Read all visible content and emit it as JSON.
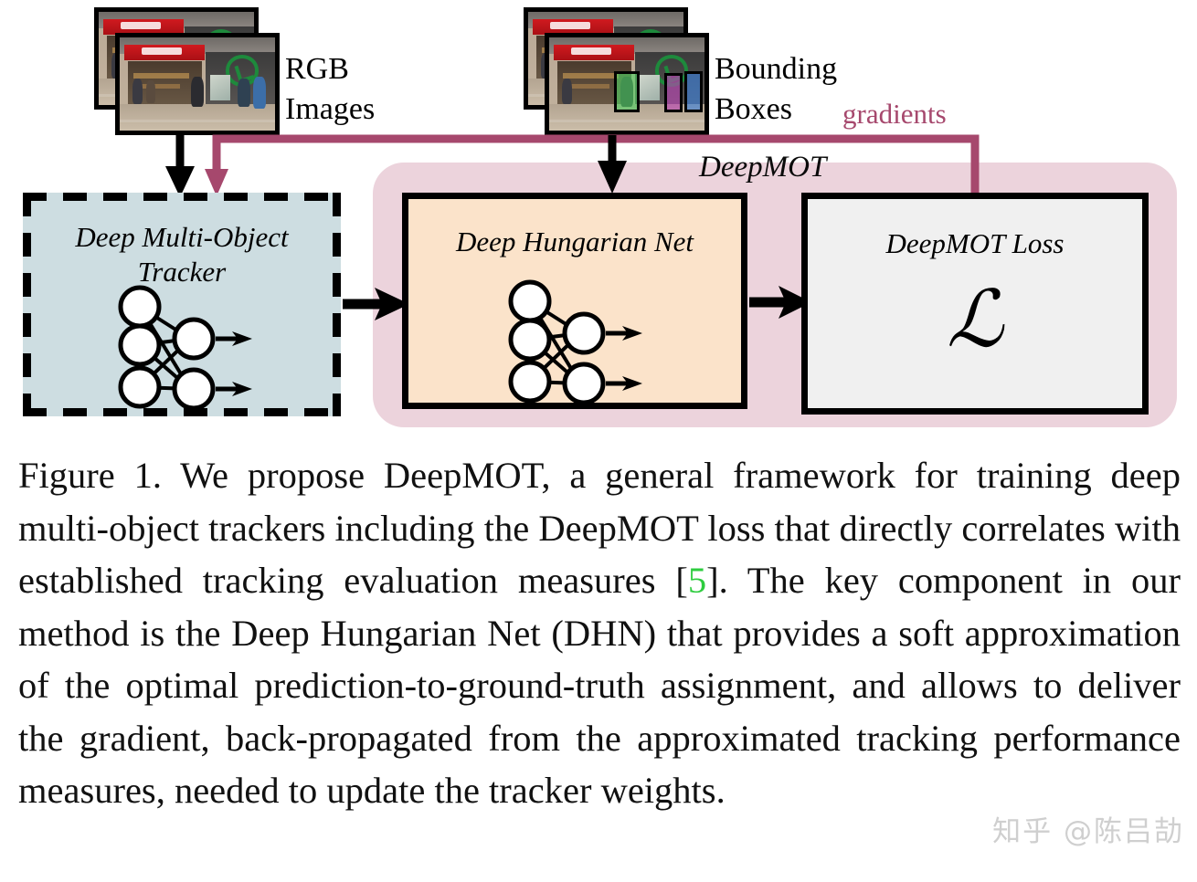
{
  "figure": {
    "inputs": [
      {
        "id": "rgb",
        "label": "RGB\nImages",
        "photo_alt": "shopping-mall-surveillance-frame"
      },
      {
        "id": "bbox",
        "label": "Bounding\nBoxes",
        "photo_alt": "shopping-mall-frame-with-detections"
      }
    ],
    "gradients_label": "gradients",
    "container_label": "DeepMOT",
    "blocks": [
      {
        "id": "tracker",
        "title": "Deep Multi-Object\nTracker",
        "style": "dashed",
        "fill": "#cddde1"
      },
      {
        "id": "dhn",
        "title": "Deep Hungarian Net",
        "style": "solid",
        "fill": "#fbe3ca"
      },
      {
        "id": "loss",
        "title": "DeepMOT Loss",
        "style": "solid",
        "fill": "#f0f0f0",
        "symbol": "ℒ"
      }
    ],
    "colors": {
      "gradient_arrow": "#a6486d",
      "container_pink": "#ecd3dc",
      "tracker_blue": "#cddde1",
      "dhn_orange": "#fbe3ca",
      "loss_gray": "#f0f0f0",
      "reference_green": "#2ecc3f",
      "box_outline": "#000000",
      "bbox_green": "#50d264",
      "bbox_magenta": "#be46b9",
      "bbox_blue": "#3c82e1"
    }
  },
  "caption": {
    "prefix": "Figure 1. We propose DeepMOT, a general framework for training deep multi-object trackers including the DeepMOT loss that directly correlates with established tracking evaluation measures [",
    "reference": "5",
    "suffix": "]. The key component in our method is the Deep Hungarian Net (DHN) that provides a soft approximation of the optimal prediction-to-ground-truth assignment, and allows to deliver the gradient, back-propagated from the approximated tracking performance measures, needed to update the tracker weights."
  },
  "watermark": {
    "text": "知乎 @陈吕劼"
  }
}
